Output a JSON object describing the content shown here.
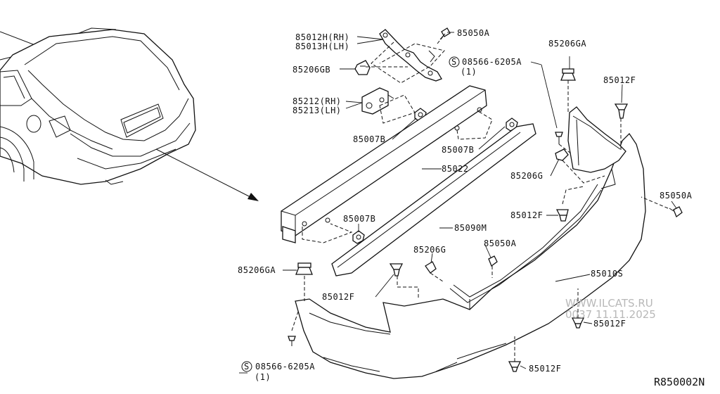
{
  "labels": {
    "bracket_rh": "85012H(RH)",
    "bracket_lh": "85013H(LH)",
    "clip_85206gb": "85206GB",
    "bolt_85050a_top": "85050A",
    "screw_top": "08566-6205A",
    "screw_top_qty": "(1)",
    "clip_85206ga_top": "85206GA",
    "clip_85012f_right_top": "85012F",
    "stay_rh": "85212(RH)",
    "stay_lh": "85213(LH)",
    "nut_85007b_a": "85007B",
    "nut_85007b_b": "85007B",
    "reinforcement": "85022",
    "clip_85206g_right": "85206G",
    "bolt_85050a_right": "85050A",
    "clip_85012f_mid": "85012F",
    "nut_85007b_c": "85007B",
    "absorber": "85090M",
    "clip_85206g_center": "85206G",
    "bolt_85050a_center": "85050A",
    "clip_85206ga_left": "85206GA",
    "fascia": "85010S",
    "clip_85012f_left": "85012F",
    "clip_85012f_bottom_right": "85012F",
    "screw_bottom": "08566-6205A",
    "screw_bottom_qty": "(1)",
    "clip_85012f_bottom": "85012F",
    "diagram_code": "R850002N",
    "screw_symbol": "S"
  },
  "watermark": {
    "site": "WWW.ILCATS.RU",
    "stamp": "0037 11.11.2025"
  }
}
